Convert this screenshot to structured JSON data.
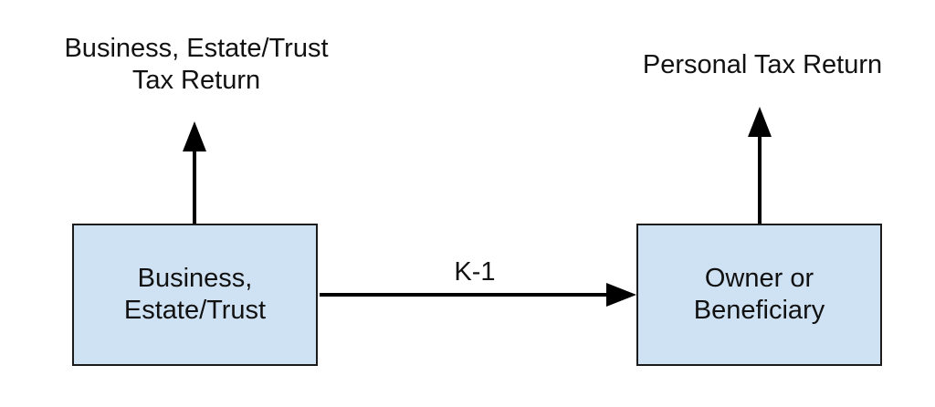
{
  "left_top_label": {
    "line1": "Business, Estate/Trust",
    "line2": "Tax Return"
  },
  "right_top_label": {
    "line1": "Personal Tax Return"
  },
  "left_box": {
    "line1": "Business,",
    "line2": "Estate/Trust"
  },
  "right_box": {
    "line1": "Owner or",
    "line2": "Beneficiary"
  },
  "flow_label": "K-1",
  "colors": {
    "box_fill": "#cfe2f3",
    "stroke": "#000000"
  }
}
